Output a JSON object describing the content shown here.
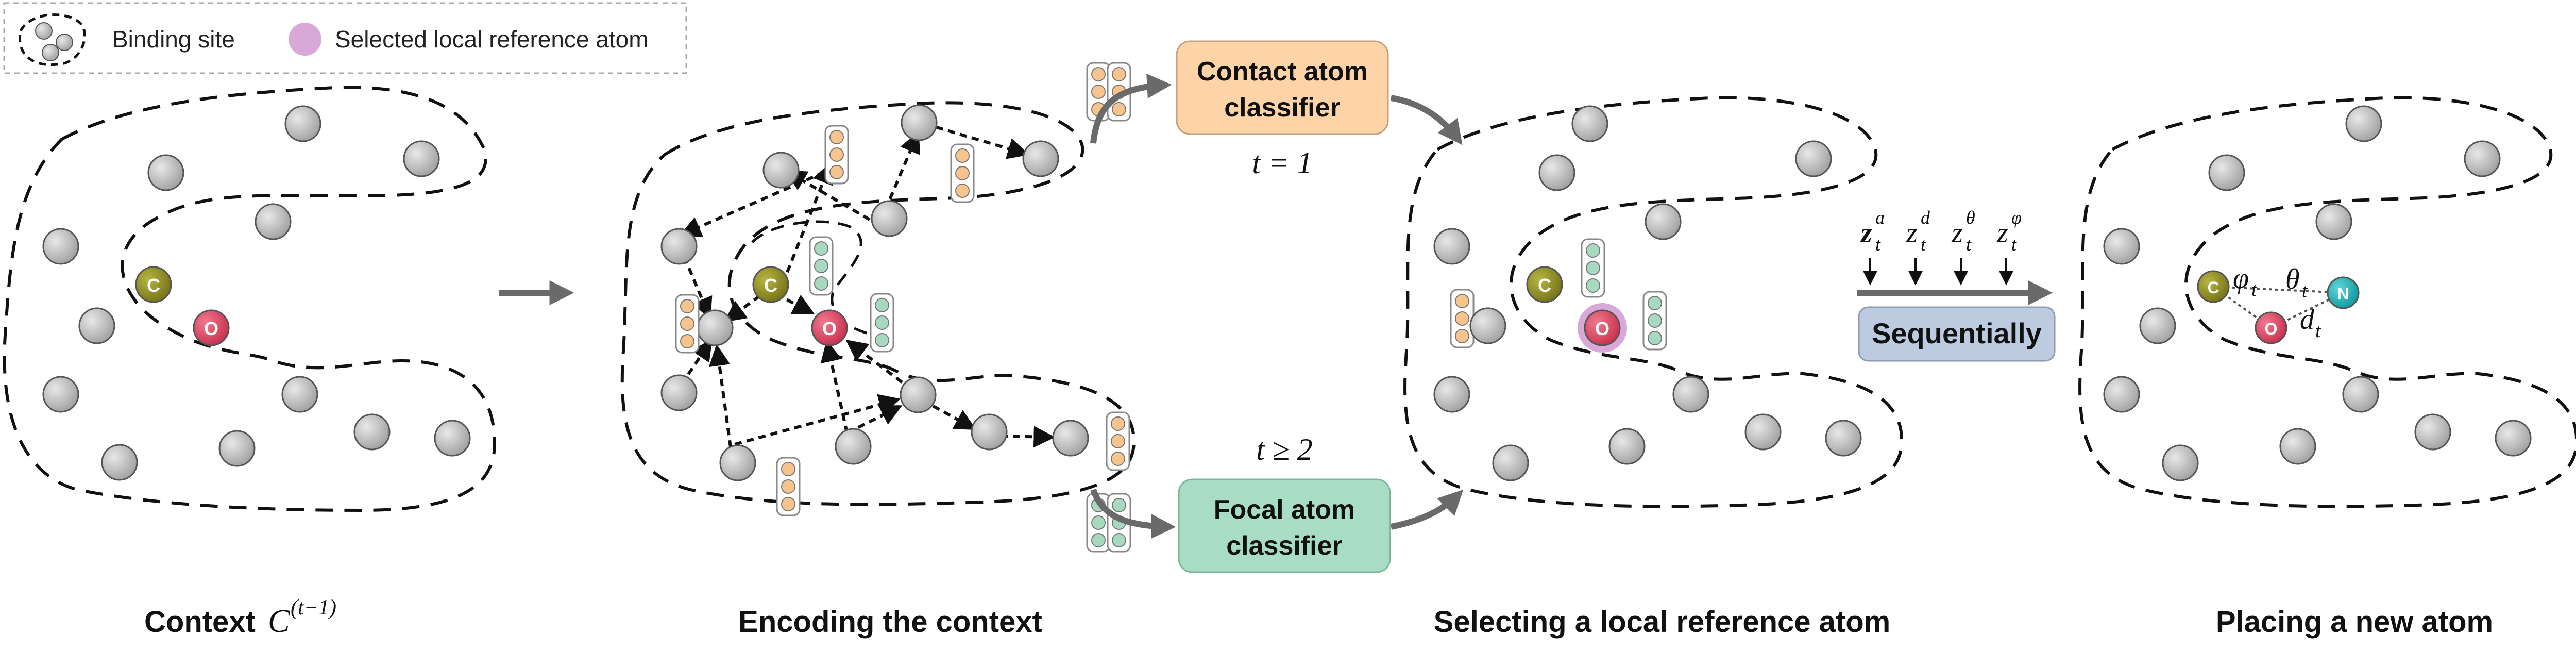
{
  "legend": {
    "binding_site": "Binding site",
    "reference_atom": "Selected local reference atom"
  },
  "panels": {
    "context": {
      "title": "Context",
      "math": "C",
      "sup": "(t−1)"
    },
    "encoding": {
      "title": "Encoding the context"
    },
    "selecting": {
      "title": "Selecting a local reference atom"
    },
    "placing": {
      "title": "Placing a new atom"
    }
  },
  "classifiers": {
    "contact": {
      "line1": "Contact atom",
      "line2": "classifier",
      "condition": "t = 1"
    },
    "focal": {
      "line1": "Focal atom",
      "line2": "classifier",
      "condition": "t ≥ 2"
    }
  },
  "sequential": {
    "label": "Sequentially",
    "latents": [
      "z",
      "z",
      "z",
      "z"
    ],
    "latent_subs": [
      "t",
      "t",
      "t",
      "t"
    ],
    "latent_sups": [
      "a",
      "d",
      "θ",
      "φ"
    ]
  },
  "atoms": {
    "carbon": "C",
    "oxygen": "O",
    "nitrogen": "N"
  },
  "geometry_labels": {
    "phi": "φ",
    "theta": "θ",
    "d": "d",
    "sub": "t"
  },
  "colors": {
    "carbon": "#8c8a2a",
    "oxygen": "#d9445f",
    "nitrogen": "#18b3b8",
    "grey_atom": "#b8b8b8",
    "highlight": "#d8a8d8",
    "contact_box": "#fdd4a8",
    "focal_box": "#a8dcc4",
    "sequential_box": "#bccbe0",
    "orange_feature": "#f7c48e",
    "green_feature": "#a6d9c0",
    "arrow_grey": "#6a6a6a"
  }
}
